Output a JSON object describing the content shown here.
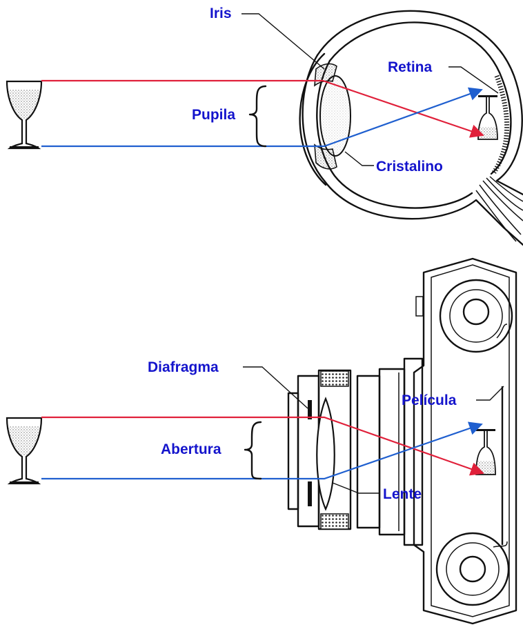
{
  "colors": {
    "label": "#1414cc",
    "ray_top": "#e0203a",
    "ray_bottom": "#1f5fcf",
    "ink": "#111111"
  },
  "eye": {
    "labels": {
      "iris": "Iris",
      "pupila": "Pupila",
      "retina": "Retina",
      "cristalino": "Cristalino"
    }
  },
  "camera": {
    "labels": {
      "diafragma": "Diafragma",
      "abertura": "Abertura",
      "pelicula": "Película",
      "lente": "Lente"
    }
  }
}
